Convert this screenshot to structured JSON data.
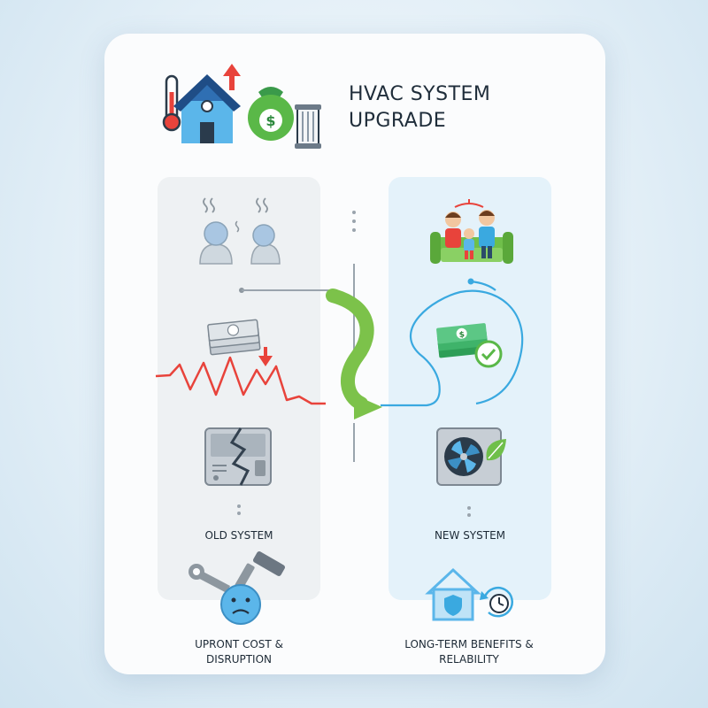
{
  "title": "HVAC SYSTEM UPGRADE",
  "old_system": {
    "label": "OLD SYSTEM"
  },
  "new_system": {
    "label": "NEW SYSTEM"
  },
  "captions": {
    "left": "UPRONT COST & DISRUPTION",
    "right": "LONG-TERM BENEFITS & RELABILITY"
  },
  "icons": {
    "header": [
      "thermometer-icon",
      "house-icon",
      "arrow-up-icon",
      "money-bag-icon",
      "air-filter-icon"
    ],
    "old": [
      "sweating-people-icon",
      "cash-decrease-icon",
      "volatility-line-icon",
      "broken-unit-icon",
      "tools-sad-face-icon"
    ],
    "new": [
      "family-sofa-icon",
      "cash-check-icon",
      "efficient-unit-icon",
      "house-shield-icon",
      "clock-cycle-icon"
    ]
  },
  "colors": {
    "accent_green": "#7cc24a",
    "accent_blue": "#3aa9e0",
    "warning_red": "#e8433b",
    "money_green": "#2e9e57"
  }
}
